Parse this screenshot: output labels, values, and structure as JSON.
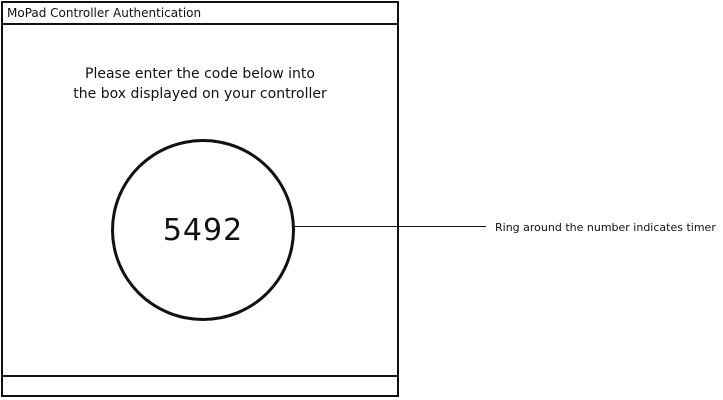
{
  "window": {
    "title": "MoPad Controller Authentication"
  },
  "instruction": {
    "line1": "Please enter the code below into",
    "line2": "the box displayed on your controller"
  },
  "auth": {
    "code": "5492"
  },
  "annotation": {
    "text": "Ring around the number indicates timer"
  }
}
